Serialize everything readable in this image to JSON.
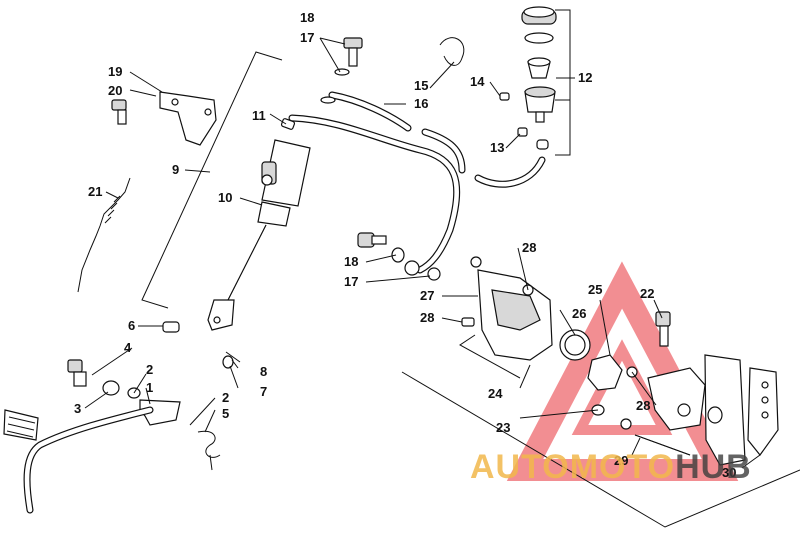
{
  "callouts": [
    {
      "id": "c18a",
      "text": "18"
    },
    {
      "id": "c17a",
      "text": "17"
    },
    {
      "id": "c19",
      "text": "19"
    },
    {
      "id": "c20",
      "text": "20"
    },
    {
      "id": "c11",
      "text": "11"
    },
    {
      "id": "c9",
      "text": "9"
    },
    {
      "id": "c10",
      "text": "10"
    },
    {
      "id": "c21",
      "text": "21"
    },
    {
      "id": "c15",
      "text": "15"
    },
    {
      "id": "c16",
      "text": "16"
    },
    {
      "id": "c14",
      "text": "14"
    },
    {
      "id": "c12",
      "text": "12"
    },
    {
      "id": "c13",
      "text": "13"
    },
    {
      "id": "c18b",
      "text": "18"
    },
    {
      "id": "c17b",
      "text": "17"
    },
    {
      "id": "c28a",
      "text": "28"
    },
    {
      "id": "c27",
      "text": "27"
    },
    {
      "id": "c28b",
      "text": "28"
    },
    {
      "id": "c25",
      "text": "25"
    },
    {
      "id": "c22",
      "text": "22"
    },
    {
      "id": "c26",
      "text": "26"
    },
    {
      "id": "c24",
      "text": "24"
    },
    {
      "id": "c28c",
      "text": "28"
    },
    {
      "id": "c23",
      "text": "23"
    },
    {
      "id": "c29",
      "text": "29"
    },
    {
      "id": "c30",
      "text": "30"
    },
    {
      "id": "c6",
      "text": "6"
    },
    {
      "id": "c4",
      "text": "4"
    },
    {
      "id": "c2a",
      "text": "2"
    },
    {
      "id": "c1",
      "text": "1"
    },
    {
      "id": "c3",
      "text": "3"
    },
    {
      "id": "c8",
      "text": "8"
    },
    {
      "id": "c7",
      "text": "7"
    },
    {
      "id": "c2b",
      "text": "2"
    },
    {
      "id": "c5",
      "text": "5"
    }
  ],
  "watermark": {
    "part1": "AUTOMOTO",
    "part2": "HUB",
    "color_primary": "#f2b84c",
    "color_secondary": "#3d3d3d",
    "logo_color": "#e8333a"
  }
}
